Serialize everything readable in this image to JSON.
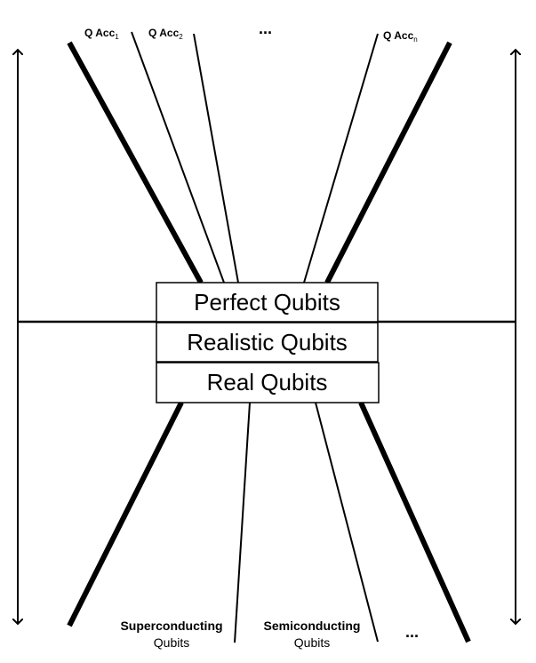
{
  "layers": [
    {
      "label": "Perfect Qubits"
    },
    {
      "label": "Realistic Qubits"
    },
    {
      "label": "Real Qubits"
    }
  ],
  "top_labels": {
    "acc1": {
      "main": "Q Acc",
      "sub": "1"
    },
    "acc2": {
      "main": "Q Acc",
      "sub": "2"
    },
    "ellipsis": "...",
    "accn": {
      "main": "Q Acc",
      "sub": "n"
    }
  },
  "bottom_labels": {
    "superconducting": {
      "line1": "Superconducting",
      "line2": "Qubits"
    },
    "semiconducting": {
      "line1": "Semiconducting",
      "line2": "Qubits"
    },
    "ellipsis": "..."
  }
}
